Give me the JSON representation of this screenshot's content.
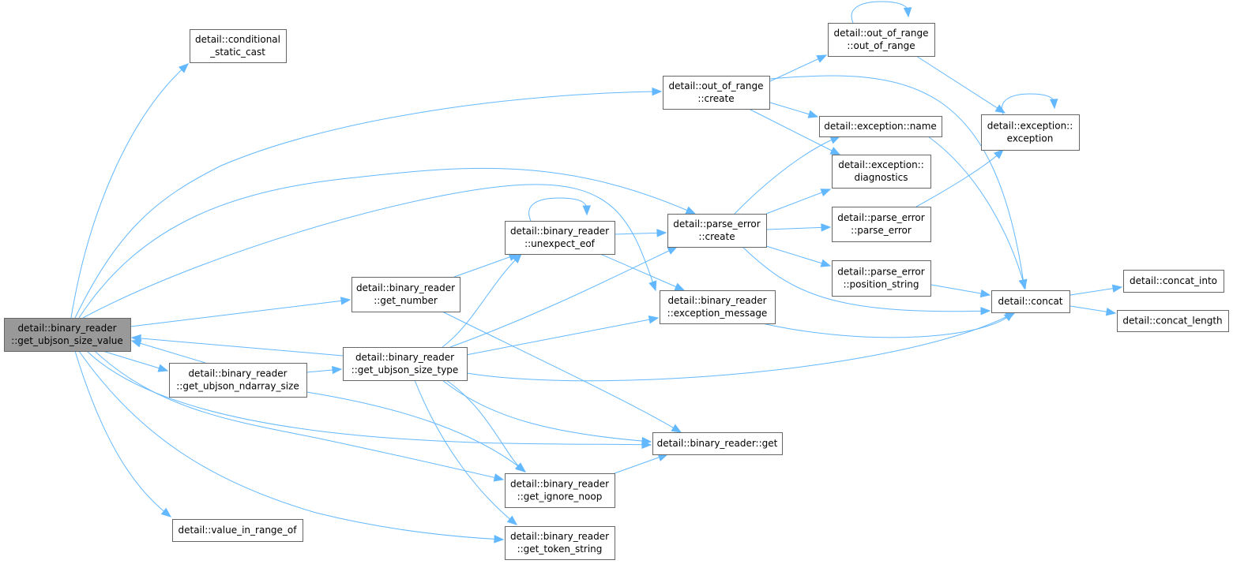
{
  "graph": {
    "colors": {
      "edge": "#63b8ff",
      "node_border": "#666666",
      "root_fill": "#999999",
      "node_fill": "#ffffff"
    },
    "nodes": [
      {
        "id": "root",
        "lines": [
          "detail::binary_reader",
          "::get_ubjson_size_value"
        ],
        "root": true
      },
      {
        "id": "cond_cast",
        "lines": [
          "detail::conditional",
          "_static_cast"
        ]
      },
      {
        "id": "oor_create",
        "lines": [
          "detail::out_of_range",
          "::create"
        ]
      },
      {
        "id": "oor_ctor",
        "lines": [
          "detail::out_of_range",
          "::out_of_range"
        ]
      },
      {
        "id": "exc_name",
        "lines": [
          "detail::exception::name"
        ]
      },
      {
        "id": "exc_ctor",
        "lines": [
          "detail::exception::",
          "exception"
        ]
      },
      {
        "id": "exc_diag",
        "lines": [
          "detail::exception::",
          "diagnostics"
        ]
      },
      {
        "id": "pe_create",
        "lines": [
          "detail::parse_error",
          "::create"
        ]
      },
      {
        "id": "unexpect_eof",
        "lines": [
          "detail::binary_reader",
          "::unexpect_eof"
        ]
      },
      {
        "id": "pe_ctor",
        "lines": [
          "detail::parse_error",
          "::parse_error"
        ]
      },
      {
        "id": "pos_string",
        "lines": [
          "detail::parse_error",
          "::position_string"
        ]
      },
      {
        "id": "concat",
        "lines": [
          "detail::concat"
        ]
      },
      {
        "id": "concat_into",
        "lines": [
          "detail::concat_into"
        ]
      },
      {
        "id": "concat_length",
        "lines": [
          "detail::concat_length"
        ]
      },
      {
        "id": "get_number",
        "lines": [
          "detail::binary_reader",
          "::get_number"
        ]
      },
      {
        "id": "exc_message",
        "lines": [
          "detail::binary_reader",
          "::exception_message"
        ]
      },
      {
        "id": "size_type",
        "lines": [
          "detail::binary_reader",
          "::get_ubjson_size_type"
        ]
      },
      {
        "id": "ndarray_size",
        "lines": [
          "detail::binary_reader",
          "::get_ubjson_ndarray_size"
        ]
      },
      {
        "id": "get",
        "lines": [
          "detail::binary_reader::get"
        ]
      },
      {
        "id": "ignore_noop",
        "lines": [
          "detail::binary_reader",
          "::get_ignore_noop"
        ]
      },
      {
        "id": "in_range",
        "lines": [
          "detail::value_in_range_of"
        ]
      },
      {
        "id": "token_string",
        "lines": [
          "detail::binary_reader",
          "::get_token_string"
        ]
      }
    ],
    "edges": [
      [
        "root",
        "cond_cast"
      ],
      [
        "root",
        "oor_create"
      ],
      [
        "root",
        "pe_create"
      ],
      [
        "root",
        "exc_message"
      ],
      [
        "root",
        "get_number"
      ],
      [
        "root",
        "ndarray_size"
      ],
      [
        "root",
        "ignore_noop"
      ],
      [
        "root",
        "in_range"
      ],
      [
        "root",
        "token_string"
      ],
      [
        "root",
        "get"
      ],
      [
        "oor_create",
        "oor_ctor"
      ],
      [
        "oor_create",
        "exc_name"
      ],
      [
        "oor_create",
        "exc_diag"
      ],
      [
        "oor_create",
        "concat"
      ],
      [
        "oor_ctor",
        "oor_ctor"
      ],
      [
        "oor_ctor",
        "exc_ctor"
      ],
      [
        "exc_ctor",
        "exc_ctor"
      ],
      [
        "exc_name",
        "concat"
      ],
      [
        "pe_create",
        "exc_name"
      ],
      [
        "pe_create",
        "exc_diag"
      ],
      [
        "pe_create",
        "pe_ctor"
      ],
      [
        "pe_create",
        "pos_string"
      ],
      [
        "pe_create",
        "concat"
      ],
      [
        "pe_ctor",
        "exc_ctor"
      ],
      [
        "pos_string",
        "concat"
      ],
      [
        "concat",
        "concat_into"
      ],
      [
        "concat",
        "concat_length"
      ],
      [
        "unexpect_eof",
        "unexpect_eof"
      ],
      [
        "unexpect_eof",
        "pe_create"
      ],
      [
        "unexpect_eof",
        "exc_message"
      ],
      [
        "get_number",
        "unexpect_eof"
      ],
      [
        "get_number",
        "get"
      ],
      [
        "exc_message",
        "concat"
      ],
      [
        "size_type",
        "root"
      ],
      [
        "size_type",
        "unexpect_eof"
      ],
      [
        "size_type",
        "pe_create"
      ],
      [
        "size_type",
        "exc_message"
      ],
      [
        "size_type",
        "concat"
      ],
      [
        "size_type",
        "get"
      ],
      [
        "size_type",
        "ignore_noop"
      ],
      [
        "size_type",
        "token_string"
      ],
      [
        "ndarray_size",
        "root"
      ],
      [
        "ndarray_size",
        "size_type"
      ],
      [
        "ndarray_size",
        "ignore_noop"
      ],
      [
        "ignore_noop",
        "get"
      ]
    ]
  }
}
